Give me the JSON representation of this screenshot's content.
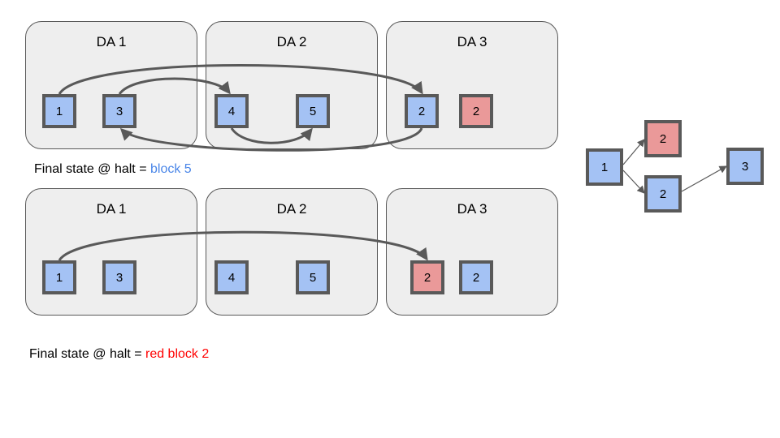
{
  "colors": {
    "blue_block": "#a4c2f4",
    "red_block": "#ea9999",
    "border": "#595959",
    "panel": "#eeeeee",
    "blue_text": "#4a86e8",
    "red_text": "#ff0000"
  },
  "top_row": {
    "da1": {
      "label": "DA 1",
      "blocks": [
        "1",
        "3"
      ]
    },
    "da2": {
      "label": "DA 2",
      "blocks": [
        "4",
        "5"
      ]
    },
    "da3": {
      "label": "DA 3",
      "blocks": [
        "2",
        "2"
      ]
    },
    "caption_prefix": "Final state @ halt = ",
    "caption_highlight": "block 5"
  },
  "bottom_row": {
    "da1": {
      "label": "DA 1",
      "blocks": [
        "1",
        "3"
      ]
    },
    "da2": {
      "label": "DA 2",
      "blocks": [
        "4",
        "5"
      ]
    },
    "da3": {
      "label": "DA 3",
      "blocks": [
        "2",
        "2"
      ]
    },
    "caption_prefix": "Final state @ halt = ",
    "caption_highlight": "red block 2"
  },
  "graph": {
    "root": "1",
    "red_child": "2",
    "blue_child": "2",
    "grandchild": "3"
  }
}
